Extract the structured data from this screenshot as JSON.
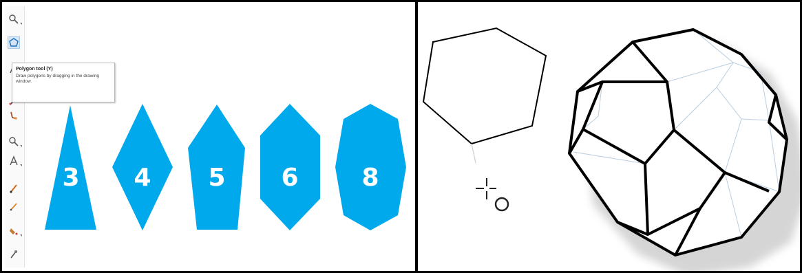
{
  "tooltip": {
    "title": "Polygon tool (Y)",
    "description": "Draw polygons by dragging in the drawing window."
  },
  "toolbox": {
    "icons": [
      "zoom-icon",
      "polygon-tool-icon",
      "text-tool-icon",
      "pen-tool-icon",
      "brush-icon",
      "zoom-icon",
      "text-tool-icon",
      "paint-icon",
      "pen-tool-icon",
      "fill-icon",
      "eyedropper-icon"
    ]
  },
  "polygons": {
    "fill_color": "#00a9ec",
    "labels": [
      "3",
      "4",
      "5",
      "6",
      "8"
    ]
  },
  "illustration": {
    "outline_color": "#000000",
    "inner_line_color": "#b8cde0"
  }
}
